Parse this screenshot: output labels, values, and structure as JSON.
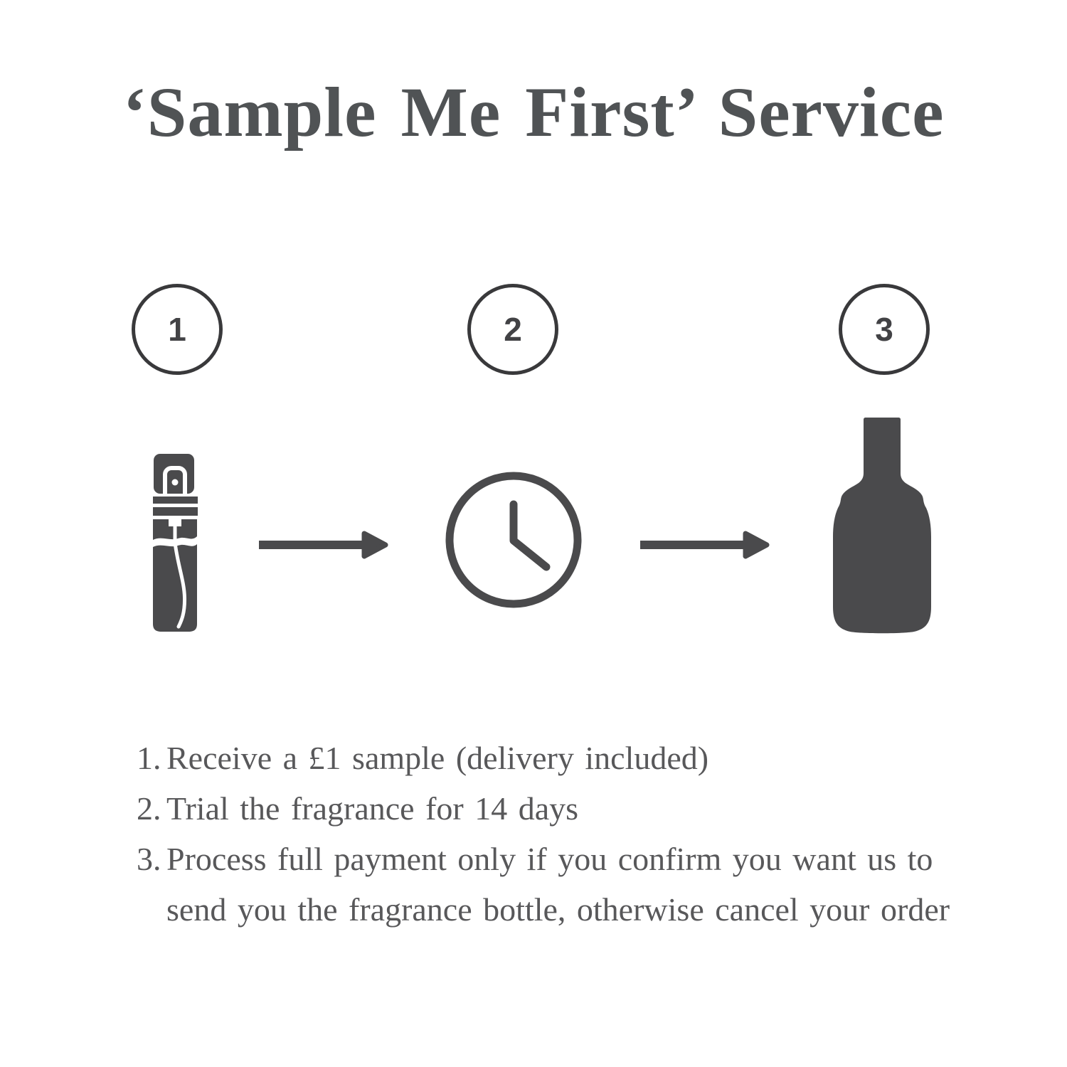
{
  "title": "‘Sample Me First’ Service",
  "colors": {
    "bg": "#ffffff",
    "title": "#505355",
    "text": "#58585a",
    "icon": "#4a4a4c",
    "circle": "#39393b",
    "number": "#424245"
  },
  "steps": [
    {
      "number": "1",
      "icon": "perfume-sample-vial"
    },
    {
      "number": "2",
      "icon": "waiting-clock"
    },
    {
      "number": "3",
      "icon": "fragrance-bottle"
    }
  ],
  "instructions": [
    {
      "number": "1.",
      "text": "Receive a £1 sample (delivery included)"
    },
    {
      "number": "2.",
      "text": "Trial the fragrance for 14 days"
    },
    {
      "number": "3.",
      "text": "Process full payment only if you confirm you want us to send you the fragrance bottle, otherwise cancel your order"
    }
  ]
}
